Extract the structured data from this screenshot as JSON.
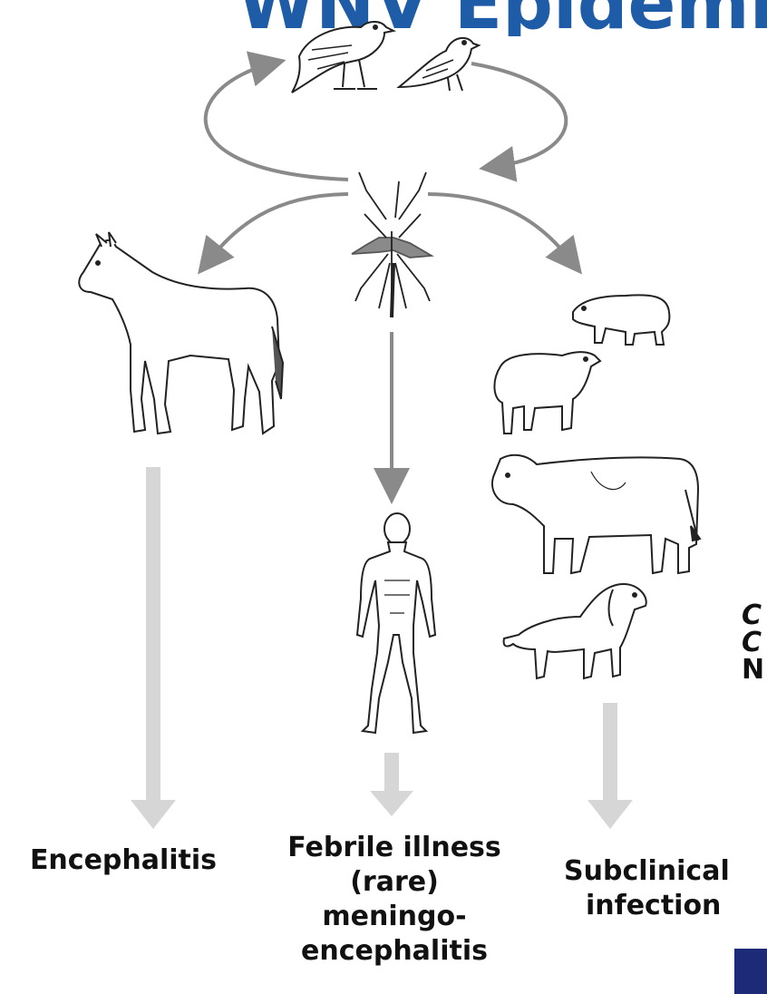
{
  "title_fragment": "WNV Epidemi",
  "outcomes": {
    "horse": "Encephalitis",
    "human_line1": "Febrile illness",
    "human_line2": "(rare)",
    "human_line3": "meningo-",
    "human_line4": "encephalitis",
    "other_line1": "Subclinical",
    "other_line2": "infection"
  },
  "side_fragments": [
    "C",
    "C",
    "N"
  ],
  "colors": {
    "title": "#1f5ca8",
    "arrow_dark": "#8a8a8a",
    "arrow_light": "#d6d6d6",
    "corner_block": "#1c2a78"
  },
  "icons": [
    "bird-icon",
    "sparrow-icon",
    "mosquito-icon",
    "horse-icon",
    "human-icon",
    "pig-icon",
    "sheep-icon",
    "cow-icon",
    "dog-icon"
  ]
}
